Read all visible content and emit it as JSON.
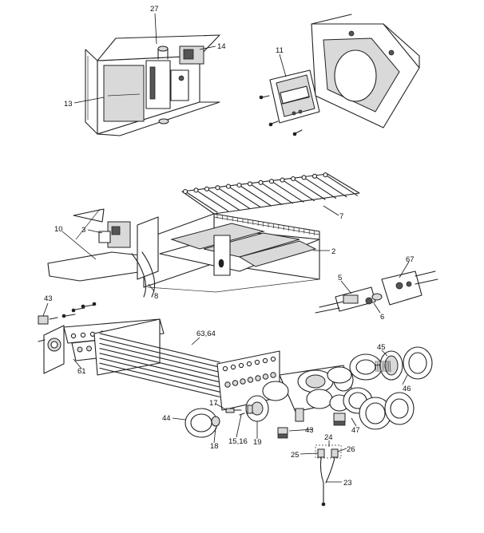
{
  "callouts": {
    "c27": "27",
    "c14": "14",
    "c13": "13",
    "c11": "11",
    "c7": "7",
    "c10": "10",
    "c3": "3",
    "c2": "2",
    "c8": "8",
    "c67": "67",
    "c5": "5",
    "c6": "6",
    "c43a": "43",
    "c61": "61",
    "c6364": "63,64",
    "c45": "45",
    "c46": "46",
    "c17": "17",
    "c44": "44",
    "c18": "18",
    "c1516": "15,16",
    "c19": "19",
    "c43b": "43",
    "c47": "47",
    "c24": "24",
    "c25": "25",
    "c26": "26",
    "c23": "23"
  },
  "colors": {
    "line": "#222222",
    "background": "#ffffff"
  }
}
